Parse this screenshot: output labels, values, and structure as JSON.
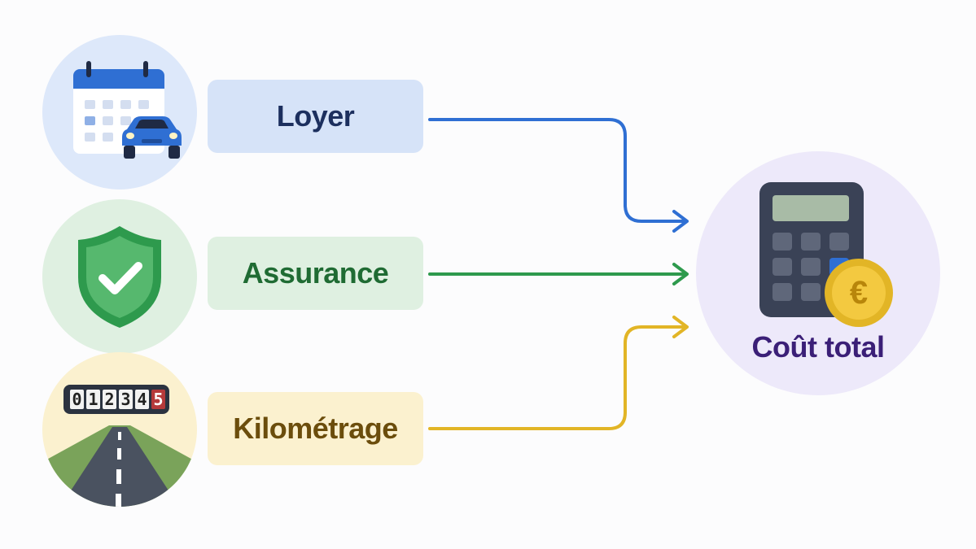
{
  "colors": {
    "rent": "#2f6fd3",
    "insurance": "#2e9a4d",
    "mileage": "#e2b526",
    "total": "#3b1f77",
    "rent_box": "#d6e3f8",
    "insurance_box": "#dff0e1",
    "mileage_box": "#fbf1cf",
    "total_circle": "#ede9fa"
  },
  "inputs": [
    {
      "id": "rent",
      "label": "Loyer",
      "icon": "calendar-car-icon"
    },
    {
      "id": "insurance",
      "label": "Assurance",
      "icon": "shield-check-icon"
    },
    {
      "id": "mileage",
      "label": "Kilométrage",
      "icon": "odometer-road-icon"
    }
  ],
  "odometer": {
    "digits": [
      "0",
      "1",
      "2",
      "3",
      "4",
      "5"
    ]
  },
  "result": {
    "label": "Coût total",
    "icon": "calculator-euro-icon",
    "currency_symbol": "€"
  }
}
